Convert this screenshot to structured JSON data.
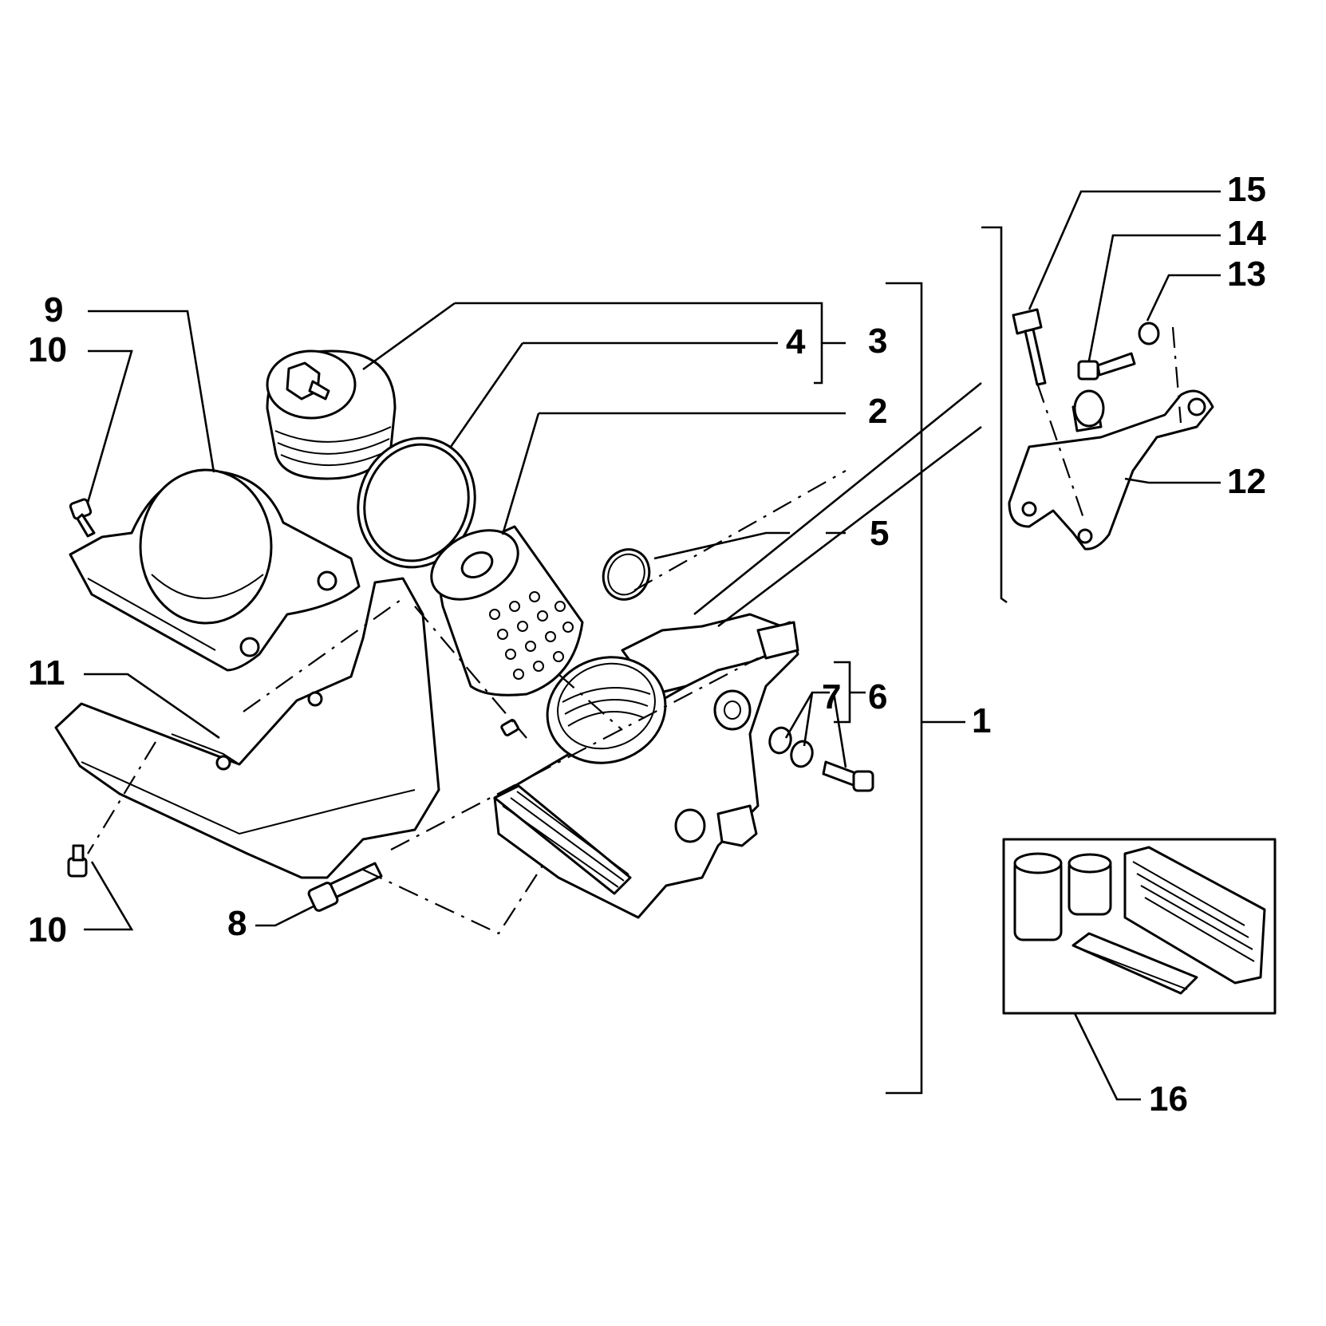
{
  "callouts": {
    "c1": "1",
    "c2": "2",
    "c3": "3",
    "c4": "4",
    "c5": "5",
    "c6": "6",
    "c7": "7",
    "c8": "8",
    "c9": "9",
    "c10_top": "10",
    "c10_bottom": "10",
    "c11": "11",
    "c12": "12",
    "c13": "13",
    "c14": "14",
    "c15": "15",
    "c16": "16"
  },
  "icons": {
    "filter_cap": "filter-cap-icon",
    "o_ring": "o-ring-icon",
    "filter_cartridge": "filter-cartridge-icon",
    "filter_housing": "filter-housing-icon",
    "heat_shield": "heat-shield-icon",
    "lower_cover": "lower-cover-icon",
    "bracket": "bracket-icon",
    "filter_kit": "filter-kit-icon"
  },
  "colors": {
    "line": "#000000",
    "background": "#ffffff"
  }
}
